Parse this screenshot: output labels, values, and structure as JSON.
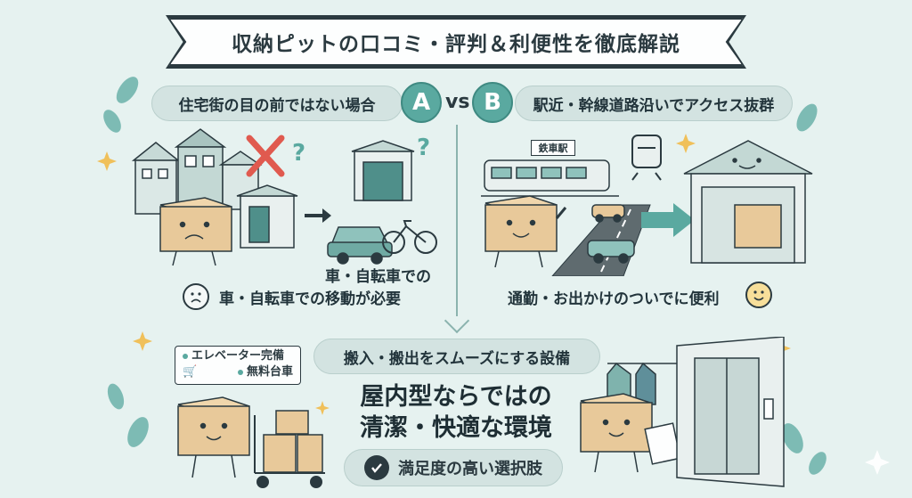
{
  "title": "収納ピットの口コミ・評判＆利便性を徹底解説",
  "left": {
    "badge": "A",
    "heading": "住宅街の目の前ではない場合",
    "caption_top": "車・自転車での",
    "caption_bottom": "車・自転車での移動が必要"
  },
  "vs": "vs",
  "right": {
    "badge": "B",
    "heading": "駅近・幹線道路沿いでアクセス抜群",
    "station_sign": "鉄車駅",
    "caption": "通勤・お出かけのついでに便利"
  },
  "bottom": {
    "heading": "搬入・搬出をスムーズにする設備",
    "note_items": [
      "エレベーター完備",
      "無料台車"
    ],
    "main_text_line1": "屋内型ならではの",
    "main_text_line2": "清潔・快適な環境",
    "check_label": "満足度の高い選択肢"
  },
  "colors": {
    "background": "#e6f2f0",
    "accent": "#5aa9a0",
    "pill": "#d3e3e1",
    "box": "#e8c99a",
    "ink": "#2b3a40",
    "cross": "#e05a4f"
  }
}
